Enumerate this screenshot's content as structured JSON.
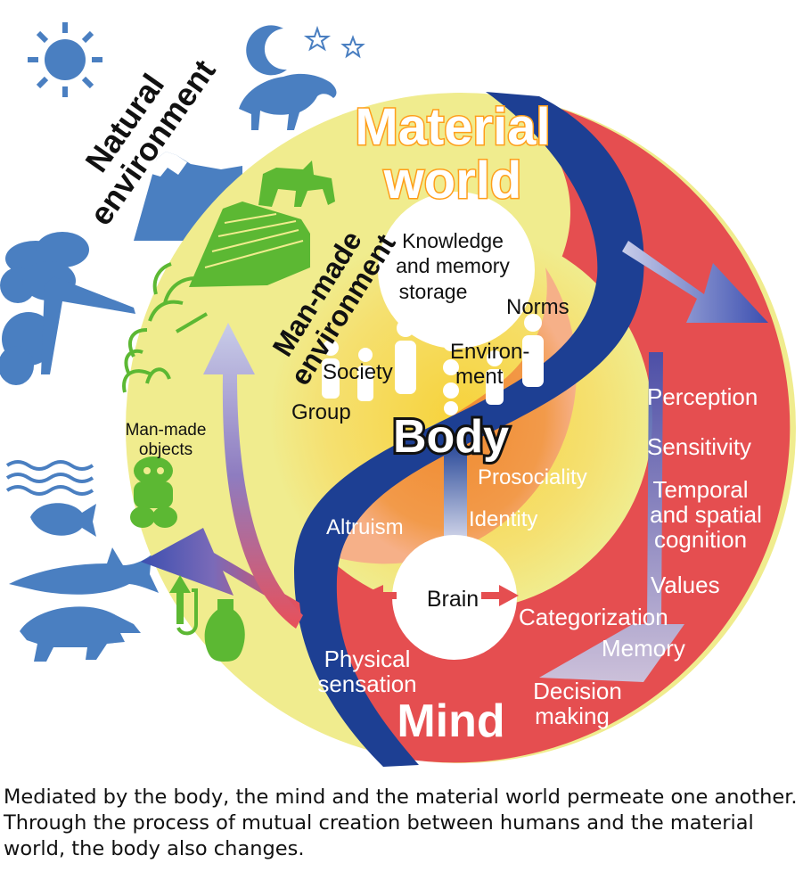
{
  "natural_env": {
    "line1": "Natural",
    "line2": "environment"
  },
  "material_world": {
    "line1": "Material",
    "line2": "world"
  },
  "manmade_env": {
    "line1": "Man-made",
    "line2": "environment"
  },
  "knowledge": {
    "line1": "Knowledge",
    "line2": "and memory",
    "line3": "storage"
  },
  "labels": {
    "norms": "Norms",
    "society": "Society",
    "group": "Group",
    "environment_line1": "Environ-",
    "environment_line2": "ment",
    "manmade_objects_line1": "Man-made",
    "manmade_objects_line2": "objects",
    "prosociality": "Prosociality",
    "identity": "Identity",
    "altruism": "Altruism",
    "brain": "Brain",
    "physical_sensation_line1": "Physical",
    "physical_sensation_line2": "sensation"
  },
  "body_label": "Body",
  "mind_label": "Mind",
  "mind_faculties": {
    "perception": "Perception",
    "sensitivity": "Sensitivity",
    "temporal_line1": "Temporal",
    "temporal_line2": "and spatial",
    "temporal_line3": "cognition",
    "values": "Values",
    "categorization": "Categorization",
    "memory": "Memory",
    "decision_line1": "Decision",
    "decision_line2": "making"
  },
  "colors": {
    "yellow": "#f0ec8e",
    "red": "#e54e50",
    "navy": "#1d3f93",
    "nature_blue": "#4a7fc1",
    "green": "#5cb833",
    "orange": "#ff9e1a"
  },
  "caption": "Mediated by the body, the mind and the material world permeate one another. Through the process of mutual creation between humans and the material world, the body also changes."
}
